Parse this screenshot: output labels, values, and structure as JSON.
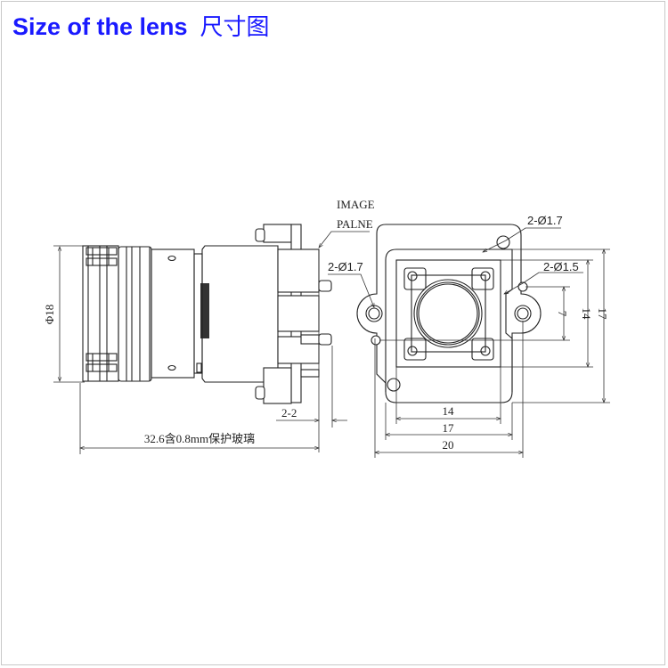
{
  "title": {
    "en": "Size of the lens",
    "cn": "尺寸图"
  },
  "side_view": {
    "image_plane_line1": "IMAGE",
    "image_plane_line2": "PALNE",
    "diameter": "Φ18",
    "hole_label": "2-Ø1.7",
    "flange_dim": "2-2",
    "length_dim": "32.6含0.8mm保护玻璃"
  },
  "front_view": {
    "hole_top": "2-Ø1.7",
    "hole_small": "2-Ø1.5",
    "width_inner": "14",
    "width_mid": "17",
    "width_outer": "20",
    "height_hole": "7",
    "height_inner": "14",
    "height_outer": "17"
  }
}
